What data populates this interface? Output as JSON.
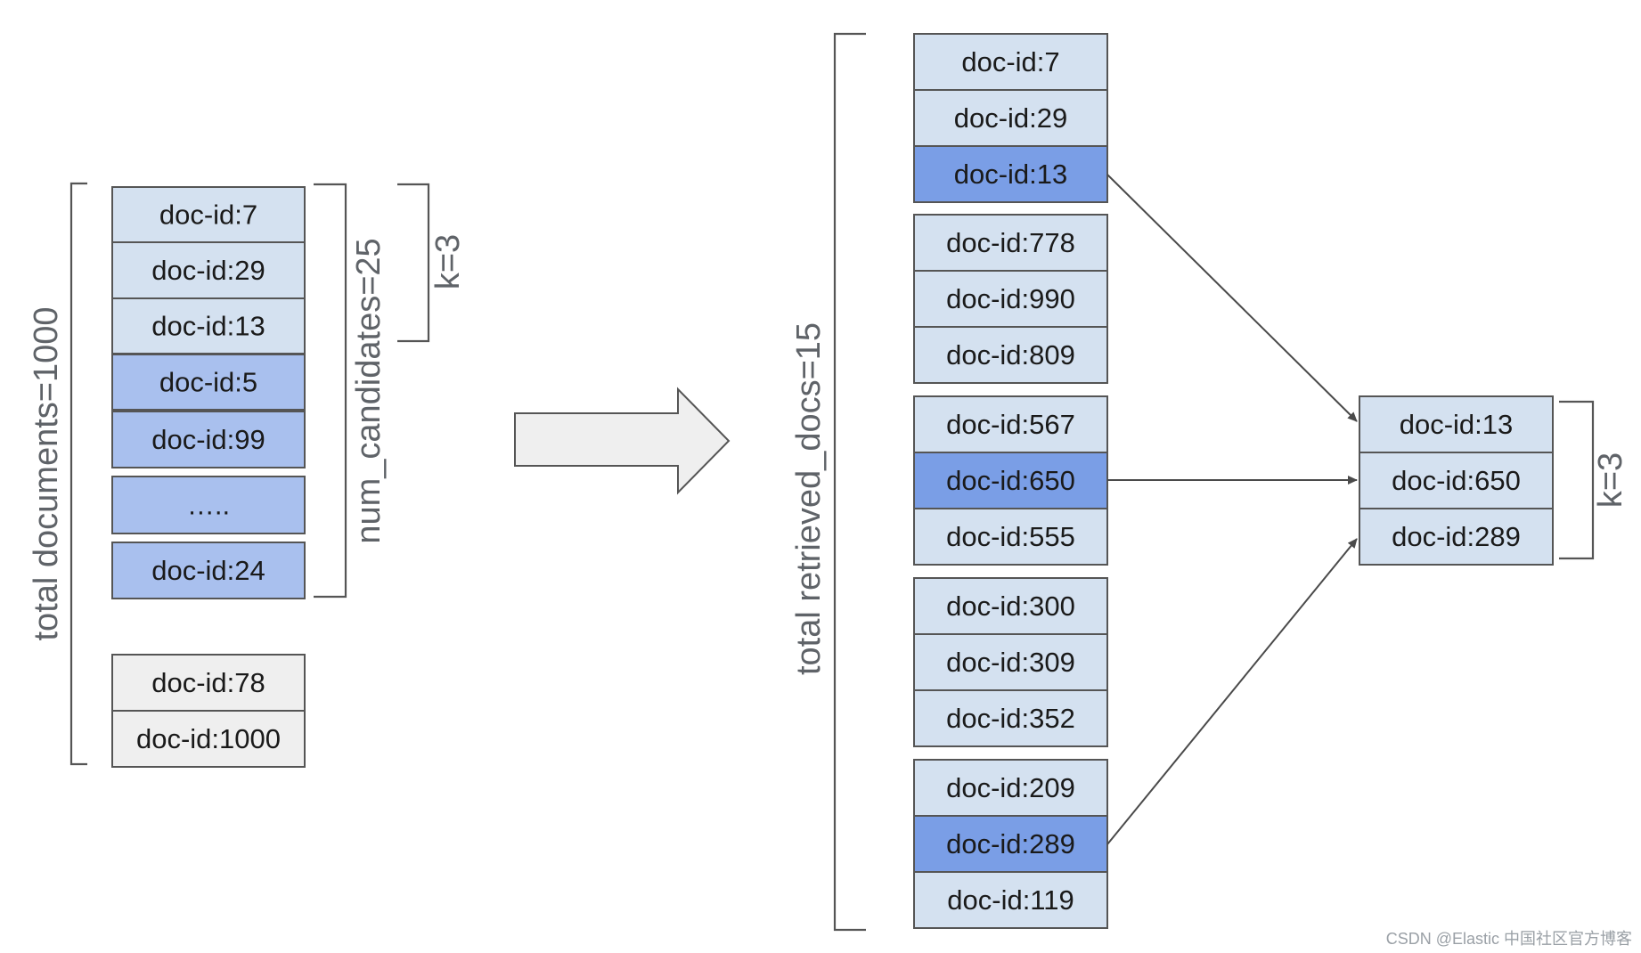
{
  "colors": {
    "light": "#d4e1f0",
    "medium": "#a9c0ee",
    "dark": "#7a9ee6",
    "gray": "#efefef",
    "border": "#555555",
    "arrow_fill": "#efefef",
    "label": "#5f6368"
  },
  "left_panel": {
    "total_label": "total documents=1000",
    "num_candidates_label": "num_candidates=25",
    "k_label": "k=3",
    "cells": [
      {
        "text": "doc-id:7",
        "fill": "light"
      },
      {
        "text": "doc-id:29",
        "fill": "light"
      },
      {
        "text": "doc-id:13",
        "fill": "light"
      },
      {
        "text": "doc-id:5",
        "fill": "medium"
      },
      {
        "text": "doc-id:99",
        "fill": "medium"
      },
      {
        "text": "…..",
        "fill": "medium"
      },
      {
        "text": "doc-id:24",
        "fill": "medium"
      },
      {
        "text": "doc-id:78",
        "fill": "gray"
      },
      {
        "text": "doc-id:1000",
        "fill": "gray"
      }
    ]
  },
  "middle_panel": {
    "total_label": "total retrieved_docs=15",
    "groups": [
      {
        "cells": [
          {
            "text": "doc-id:7",
            "fill": "light"
          },
          {
            "text": "doc-id:29",
            "fill": "light"
          },
          {
            "text": "doc-id:13",
            "fill": "dark"
          }
        ]
      },
      {
        "cells": [
          {
            "text": "doc-id:778",
            "fill": "light"
          },
          {
            "text": "doc-id:990",
            "fill": "light"
          },
          {
            "text": "doc-id:809",
            "fill": "light"
          }
        ]
      },
      {
        "cells": [
          {
            "text": "doc-id:567",
            "fill": "light"
          },
          {
            "text": "doc-id:650",
            "fill": "dark"
          },
          {
            "text": "doc-id:555",
            "fill": "light"
          }
        ]
      },
      {
        "cells": [
          {
            "text": "doc-id:300",
            "fill": "light"
          },
          {
            "text": "doc-id:309",
            "fill": "light"
          },
          {
            "text": "doc-id:352",
            "fill": "light"
          }
        ]
      },
      {
        "cells": [
          {
            "text": "doc-id:209",
            "fill": "light"
          },
          {
            "text": "doc-id:289",
            "fill": "dark"
          },
          {
            "text": "doc-id:119",
            "fill": "light"
          }
        ]
      }
    ]
  },
  "right_panel": {
    "k_label": "k=3",
    "cells": [
      {
        "text": "doc-id:13",
        "fill": "light"
      },
      {
        "text": "doc-id:650",
        "fill": "light"
      },
      {
        "text": "doc-id:289",
        "fill": "light"
      }
    ]
  },
  "watermark": "CSDN @Elastic 中国社区官方博客"
}
